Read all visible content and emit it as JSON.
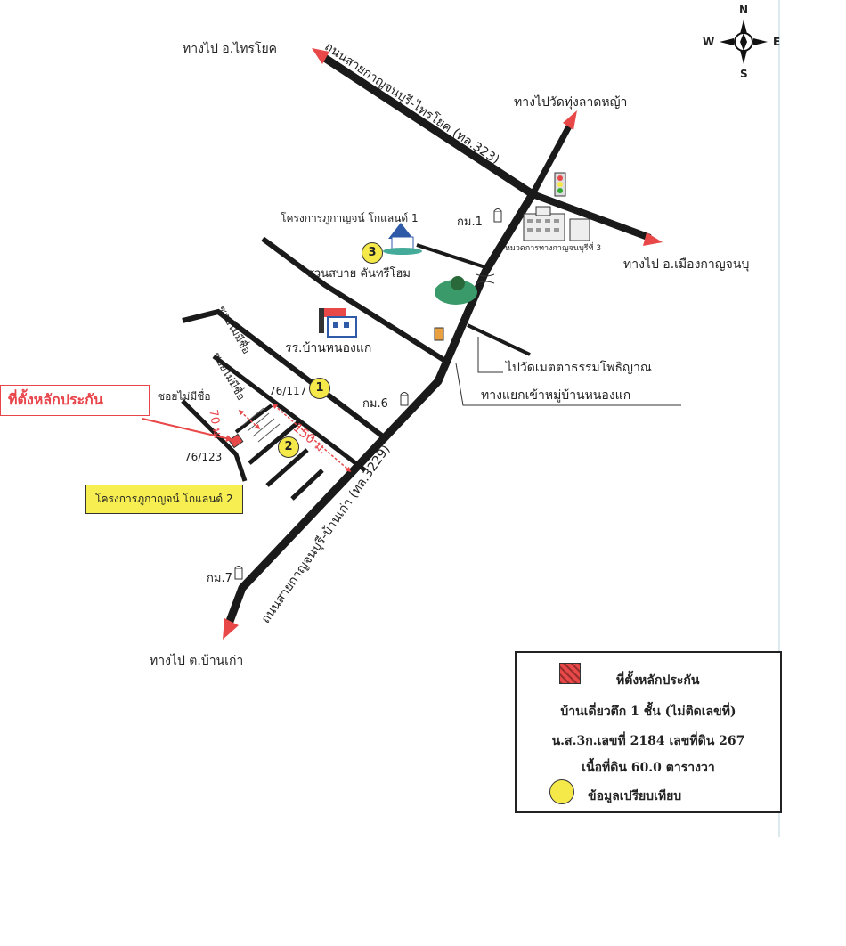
{
  "compass": {
    "n": "N",
    "s": "S",
    "e": "E",
    "w": "W"
  },
  "labels": {
    "to_sai_yok": "ทางไป อ.ไทรโยค",
    "road_323": "ถนนสายกาญจนบุรี-ไทรโยค (ทล.323)",
    "to_wat_thung": "ทางไปวัดทุ่งลาดหญ้า",
    "to_mueang": "ทางไป อ.เมืองกาญจนบุ",
    "highway_office": "หมวดการทางกาญจนบุรีที่ 3",
    "km1": "กม.1",
    "project1": "โครงการภูกาญจน์ โกแลนด์ 1",
    "garden": "สวนสบาย คันทรีโฮม",
    "school": "รร.บ้านหนองแก",
    "soi_unnamed_1": "ซอยไม่มีชื่อ",
    "soi_unnamed_2": "ซอยไม่มีชื่อ",
    "soi_unnamed_3": "ซอยไม่มีชื่อ",
    "to_wat_metta": "ไปวัดเมตตาธรรมโพธิญาณ",
    "junction": "ทางแยกเข้าหมู่บ้านหนองแก",
    "km6": "กม.6",
    "addr_117": "76/117",
    "addr_123": "76/123",
    "dist_70": "70 ม.",
    "dist_150": "150 ม.",
    "collateral_site": "ที่ตั้งหลักประกัน",
    "project2": "โครงการภูกาญจน์ โกแลนด์ 2",
    "road_3229": "ถนนสายกาญจนบุรี-บ้านเก่า (ทล.3229)",
    "km7": "กม.7",
    "to_ban_kao": "ทางไป ต.บ้านเก่า"
  },
  "markers": [
    "1",
    "2",
    "3"
  ],
  "legend": {
    "collateral": "ที่ตั้งหลักประกัน",
    "line1": "บ้านเดี่ยวตึก 1 ชั้น (ไม่ติดเลขที่)",
    "line2": "น.ส.3ก.เลขที่ 2184 เลขที่ดิน 267",
    "line3": "เนื้อที่ดิน 60.0 ตารางวา",
    "comparison": "ข้อมูลเปรียบเทียบ"
  },
  "colors": {
    "road": "#1a1a1a",
    "arrow": "#e84848",
    "marker": "#f5e94a",
    "box": "#f7ef52",
    "accent_red": "#e8444a"
  }
}
